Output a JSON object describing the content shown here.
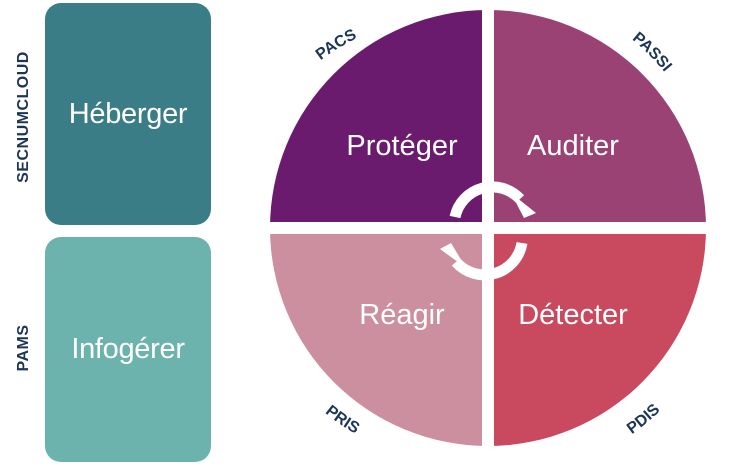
{
  "left_column": {
    "top_side_label": "SECNUMCLOUD",
    "top_card": "Héberger",
    "bottom_side_label": "PAMS",
    "bottom_card": "Infogérer"
  },
  "wheel": {
    "quadrants": {
      "top_left": "Protéger",
      "top_right": "Auditer",
      "bottom_left": "Réagir",
      "bottom_right": "Détecter"
    },
    "rim_labels": {
      "top_left": "PACS",
      "top_right": "PASSI",
      "bottom_left": "PRIS",
      "bottom_right": "PDIS"
    }
  },
  "colors": {
    "card_host": "#3a7d86",
    "card_outsource": "#6db3ad",
    "protect": "#6b1b6e",
    "audit": "#9b4275",
    "react": "#cc8fa0",
    "detect": "#c94a5f",
    "rim_text": "#1d3557",
    "cycle_arrows": "#ffffff"
  }
}
